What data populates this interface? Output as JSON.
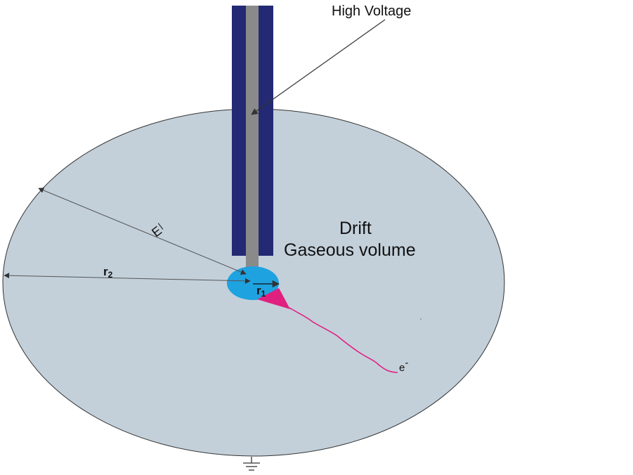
{
  "labels": {
    "high_voltage": "High Voltage",
    "drift": "Drift",
    "gaseous_volume": "Gaseous volume",
    "field": "E",
    "r1_base": "r",
    "r1_sub": "1",
    "r2_base": "r",
    "r2_sub": "2",
    "electron_base": "e",
    "electron_sup": "-"
  },
  "colors": {
    "gas_volume": "#c3d0da",
    "feedthrough": "#232a73",
    "anode_wire": "#8a8a8a",
    "sensor_ball": "#1fa2e0",
    "avalanche": "#e0207f",
    "outline": "#333333"
  },
  "icons": {
    "ground": "ground-symbol-icon"
  }
}
